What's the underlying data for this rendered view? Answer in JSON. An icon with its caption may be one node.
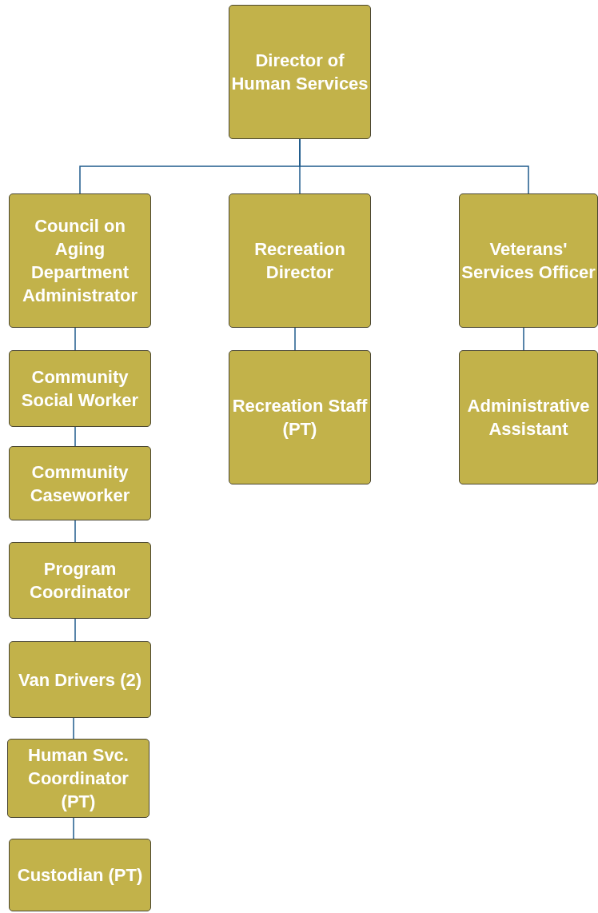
{
  "diagram": {
    "nodes": [
      {
        "text": [
          "Director of Human Services"
        ]
      },
      {
        "text": [
          "Council on Aging Department Administrator"
        ]
      },
      {
        "text": [
          "Recreation Director"
        ]
      },
      {
        "text": [
          "Veterans' Services Officer"
        ]
      },
      {
        "text": [
          "Community Social Worker"
        ]
      },
      {
        "text": [
          "Recreation Staff (PT)"
        ]
      },
      {
        "text": [
          "Administrative Assistant"
        ]
      },
      {
        "text": [
          "Community Caseworker"
        ]
      },
      {
        "text": [
          "Program Coordinator"
        ]
      },
      {
        "text": [
          "Van Drivers (2)"
        ]
      },
      {
        "text": [
          "Human Svc. Coordinator (PT)"
        ]
      },
      {
        "text": [
          "Custodian (PT)"
        ]
      }
    ],
    "edges": [
      {
        "from": 0,
        "to": 1,
        "arrow": "none"
      },
      {
        "from": 0,
        "to": 2,
        "arrow": "none"
      },
      {
        "from": 0,
        "to": 3,
        "arrow": "none"
      },
      {
        "from": 1,
        "to": 4,
        "arrow": "none"
      },
      {
        "from": 2,
        "to": 5,
        "arrow": "none"
      },
      {
        "from": 3,
        "to": 6,
        "arrow": "none"
      },
      {
        "from": 4,
        "to": 7,
        "arrow": "none"
      },
      {
        "from": 7,
        "to": 8,
        "arrow": "none"
      },
      {
        "from": 8,
        "to": 9,
        "arrow": "none"
      },
      {
        "from": 9,
        "to": 10,
        "arrow": "none"
      },
      {
        "from": 10,
        "to": 11,
        "arrow": "none"
      }
    ]
  }
}
